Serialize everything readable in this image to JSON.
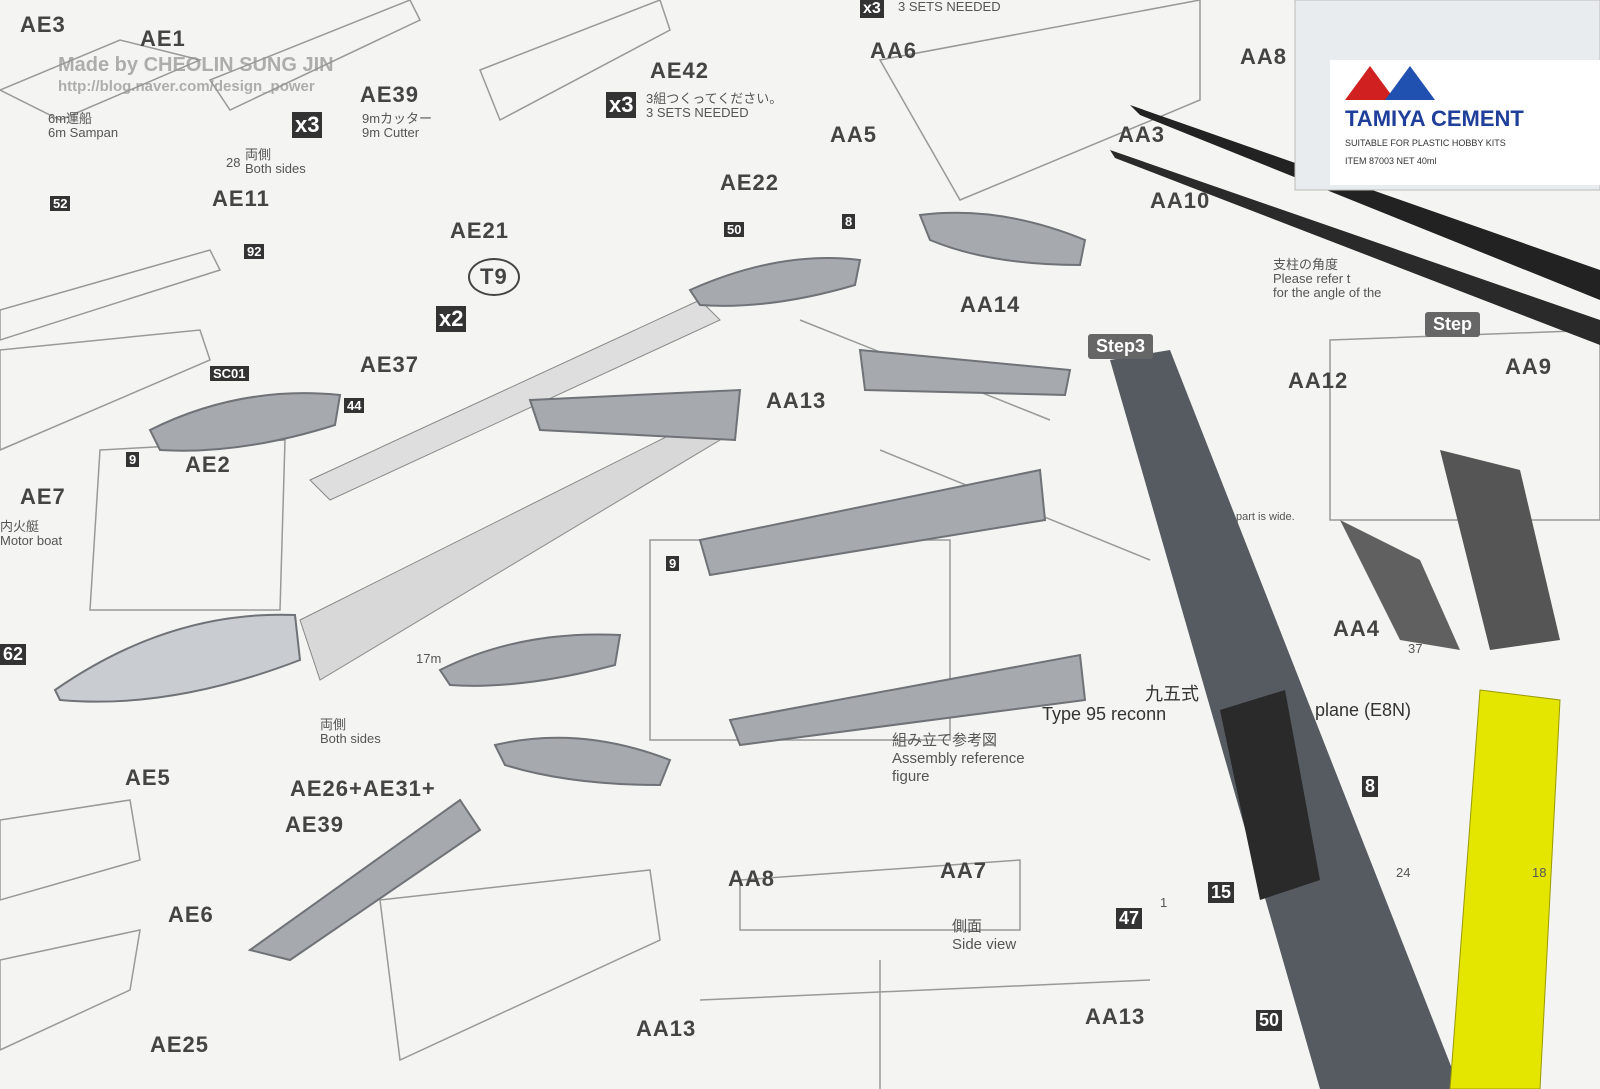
{
  "watermark": {
    "line1": "Made by CHEOLIN SUNG JIN",
    "line2": "http://blog.naver.com/design_power"
  },
  "part_labels": [
    "AE3",
    "AE1",
    "AE42",
    "AE39",
    "AE11",
    "AE21",
    "AE22",
    "T9",
    "AE37",
    "AE2",
    "AE7",
    "AE5",
    "AE6",
    "AE26+AE31+",
    "AE39",
    "AE25",
    "AA6",
    "AA5",
    "AA3",
    "AA8",
    "AA10",
    "AA14",
    "AA13",
    "AA12",
    "AA9",
    "AA4",
    "AA8",
    "AA7",
    "AA13",
    "AA13"
  ],
  "captions": {
    "sampan_jp": "6m運船",
    "sampan_en": "6m Sampan",
    "cutter_jp": "9mカッター",
    "cutter_en": "9m Cutter",
    "sets_jp": "3組つくってください。",
    "sets_en": "3 SETS NEEDED",
    "sets_top": "3 SETS NEEDED",
    "both_sides_jp": "両側",
    "both_sides_en": "Both sides",
    "motor_boat_jp": "内火艇",
    "motor_boat_en": "Motor boat",
    "launch_17m": "17m",
    "ref_jp": "組み立て参考図",
    "ref_en1": "Assembly reference",
    "ref_en2": "figure",
    "plane_jp": "九五式",
    "plane_en1": "Type 95 reconn",
    "plane_en2": "plane (E8N)",
    "side_jp": "側面",
    "side_en": "Side view",
    "strut_jp": "支柱の角度",
    "strut_en1": "Please refer t",
    "strut_en2": "for the angle of the",
    "wide": "part is wide."
  },
  "badges": [
    "x3",
    "x3",
    "x2",
    "x3",
    "SC01",
    "9",
    "9",
    "50",
    "52",
    "92",
    "44",
    "28",
    "8",
    "47",
    "15",
    "50",
    "62",
    "37",
    "24",
    "18",
    "1",
    "8"
  ],
  "steps": [
    "Step3",
    "Step"
  ],
  "cement_bottle": {
    "brand": "TAMIYA CEMENT",
    "sub": "SUITABLE FOR PLASTIC HOBBY KITS",
    "item": "ITEM 87003 NET 40ml"
  }
}
